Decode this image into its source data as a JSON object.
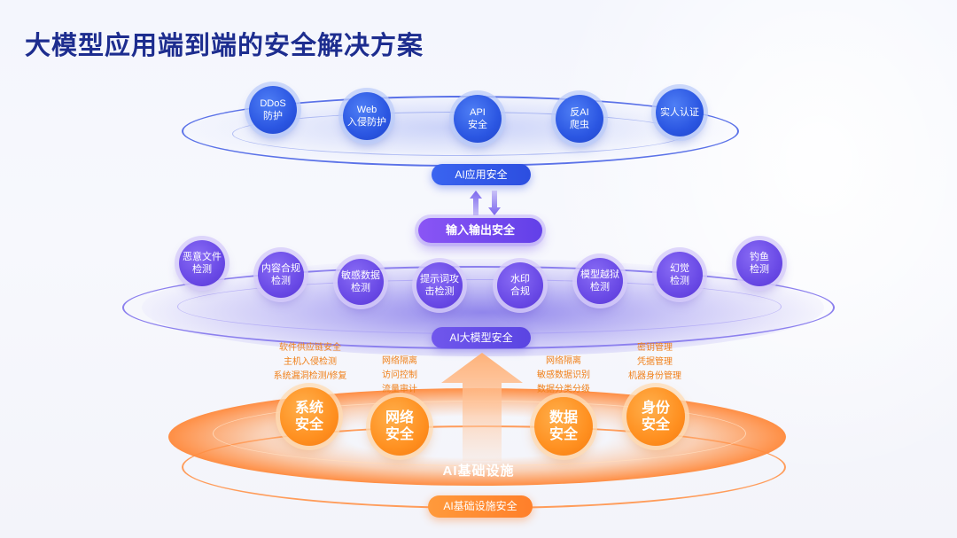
{
  "title": "大模型应用端到端的安全解决方案",
  "app_layer": {
    "label": "AI应用安全",
    "nodes": [
      {
        "line1": "DDoS",
        "line2": "防护"
      },
      {
        "line1": "Web",
        "line2": "入侵防护"
      },
      {
        "line1": "API",
        "line2": "安全"
      },
      {
        "line1": "反AI",
        "line2": "爬虫"
      },
      {
        "line1": "实人认证",
        "line2": ""
      }
    ]
  },
  "io_label": "输入输出安全",
  "model_layer": {
    "label": "AI大模型安全",
    "nodes": [
      {
        "line1": "恶意文件",
        "line2": "检测"
      },
      {
        "line1": "内容合规",
        "line2": "检测"
      },
      {
        "line1": "敏感数据",
        "line2": "检测"
      },
      {
        "line1": "提示词攻",
        "line2": "击检测"
      },
      {
        "line1": "水印",
        "line2": "合规"
      },
      {
        "line1": "模型越狱",
        "line2": "检测"
      },
      {
        "line1": "幻觉",
        "line2": "检测"
      },
      {
        "line1": "钓鱼",
        "line2": "检测"
      }
    ]
  },
  "infra_layer": {
    "center_label": "AI基础设施",
    "label": "AI基础设施安全",
    "nodes": [
      {
        "line1": "系统",
        "line2": "安全",
        "features": [
          "软件供应链安全",
          "主机入侵检测",
          "系统漏洞检测/修复"
        ]
      },
      {
        "line1": "网络",
        "line2": "安全",
        "features": [
          "网络隔离",
          "访问控制",
          "流量审计"
        ]
      },
      {
        "line1": "数据",
        "line2": "安全",
        "features": [
          "网络隔离",
          "敏感数据识别",
          "数据分类分级"
        ]
      },
      {
        "line1": "身份",
        "line2": "安全",
        "features": [
          "密钥管理",
          "凭据管理",
          "机器身份管理"
        ]
      }
    ]
  },
  "colors": {
    "title": "#1d2d8f",
    "app": "#2b56e2",
    "model": "#6a4ae6",
    "infra": "#ff9020",
    "feature_text": "#f0801a"
  }
}
